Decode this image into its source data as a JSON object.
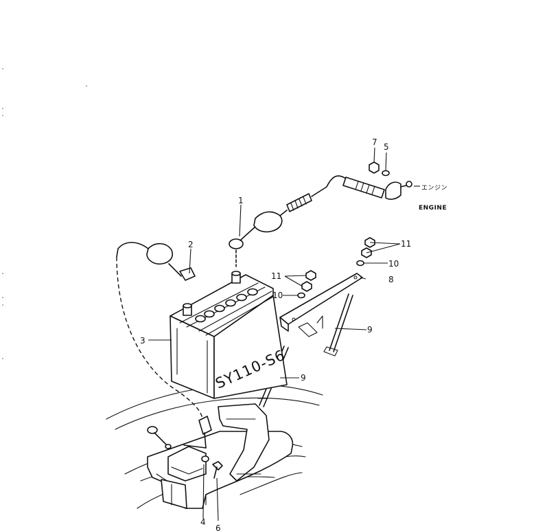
{
  "battery": {
    "model_text": "SY110-S6"
  },
  "engine_label": {
    "japanese": "エンジン",
    "english": "ENGINE"
  },
  "callouts": [
    "1",
    "2",
    "3",
    "4",
    "5",
    "6",
    "7",
    "8",
    "9",
    "9",
    "10",
    "10",
    "11",
    "11"
  ]
}
